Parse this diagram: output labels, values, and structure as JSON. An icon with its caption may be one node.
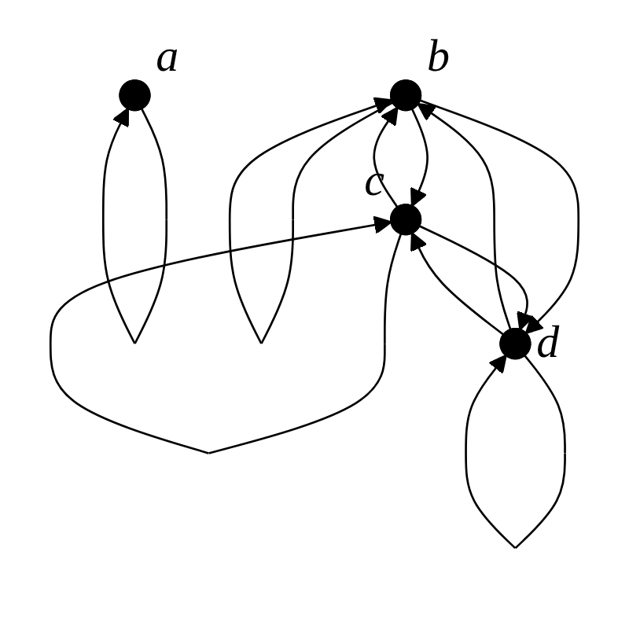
{
  "diagram": {
    "nodes": [
      {
        "text": [],
        "shape": "circle",
        "beside": [
          "a"
        ]
      },
      {
        "text": [],
        "shape": "circle",
        "beside": [
          "b"
        ]
      },
      {
        "text": [],
        "shape": "circle",
        "beside": [
          "c"
        ]
      },
      {
        "text": [],
        "shape": "circle",
        "beside": [
          "d"
        ]
      }
    ],
    "edges": [
      {
        "from": 0,
        "to": 0,
        "arrow": "to"
      },
      {
        "from": 1,
        "to": 1,
        "arrow": "to"
      },
      {
        "from": 2,
        "to": 1,
        "arrow": "to"
      },
      {
        "from": 1,
        "to": 2,
        "arrow": "to"
      },
      {
        "from": 1,
        "to": 3,
        "arrow": "to"
      },
      {
        "from": 3,
        "to": 1,
        "arrow": "to"
      },
      {
        "from": 2,
        "to": 3,
        "arrow": "to"
      },
      {
        "from": 3,
        "to": 2,
        "arrow": "to"
      },
      {
        "from": 2,
        "to": 2,
        "arrow": "to"
      },
      {
        "from": 3,
        "to": 3,
        "arrow": "to"
      }
    ]
  }
}
